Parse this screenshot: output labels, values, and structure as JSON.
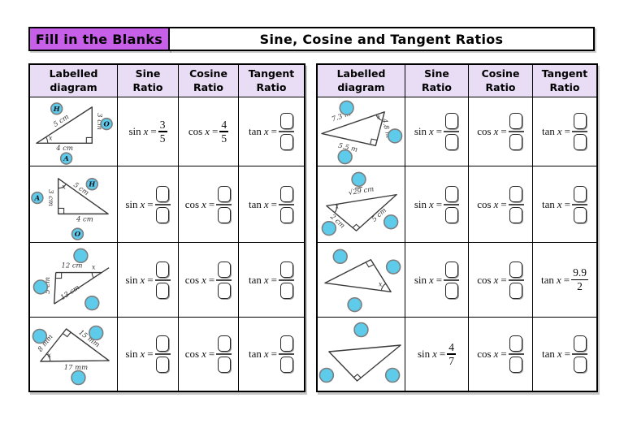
{
  "banner": {
    "label": "Fill in the Blanks",
    "title": "Sine, Cosine and Tangent Ratios"
  },
  "headers": {
    "diagram": "Labelled diagram",
    "sine": "Sine Ratio",
    "cosine": "Cosine Ratio",
    "tangent": "Tangent Ratio"
  },
  "math": {
    "sin": "sin",
    "cos": "cos",
    "tan": "tan",
    "var": "x",
    "eq": "="
  },
  "colors": {
    "banner_purple": "#c75fe8",
    "header_lavender": "#e9ddf6",
    "circle_blue": "#5ecbeb"
  },
  "left": {
    "row1": {
      "hyp": "5 cm",
      "opp": "3 cm",
      "adj": "4 cm",
      "angle": "x",
      "circles": {
        "hyp": "H",
        "opp": "O",
        "adj": "A"
      },
      "sin": {
        "num": "3",
        "den": "5"
      },
      "cos": {
        "num": "4",
        "den": "5"
      }
    },
    "row2": {
      "left": "3 cm",
      "hyp": "5 cm",
      "base": "4 cm",
      "angle": "x",
      "circles": {
        "left": "A",
        "hyp": "H",
        "base": "O"
      }
    },
    "row3": {
      "top": "12 cm",
      "left": "5 cm",
      "hyp": "13 cm",
      "angle": "x"
    },
    "row4": {
      "left": "8 mm",
      "right": "15 mm",
      "base": "17 mm",
      "angle": "x"
    }
  },
  "right": {
    "row1": {
      "top": "7.3 m",
      "right": "4.8 m",
      "base": "5.5 m",
      "angle": "x"
    },
    "row2": {
      "top": "√29 cm",
      "left": "2 cm",
      "right": "5 cm",
      "angle": "x"
    },
    "row3": {
      "angle": "x",
      "tan": {
        "num": "9.9",
        "den": "2"
      }
    },
    "row4": {
      "sin": {
        "num": "4",
        "den": "7"
      }
    }
  }
}
